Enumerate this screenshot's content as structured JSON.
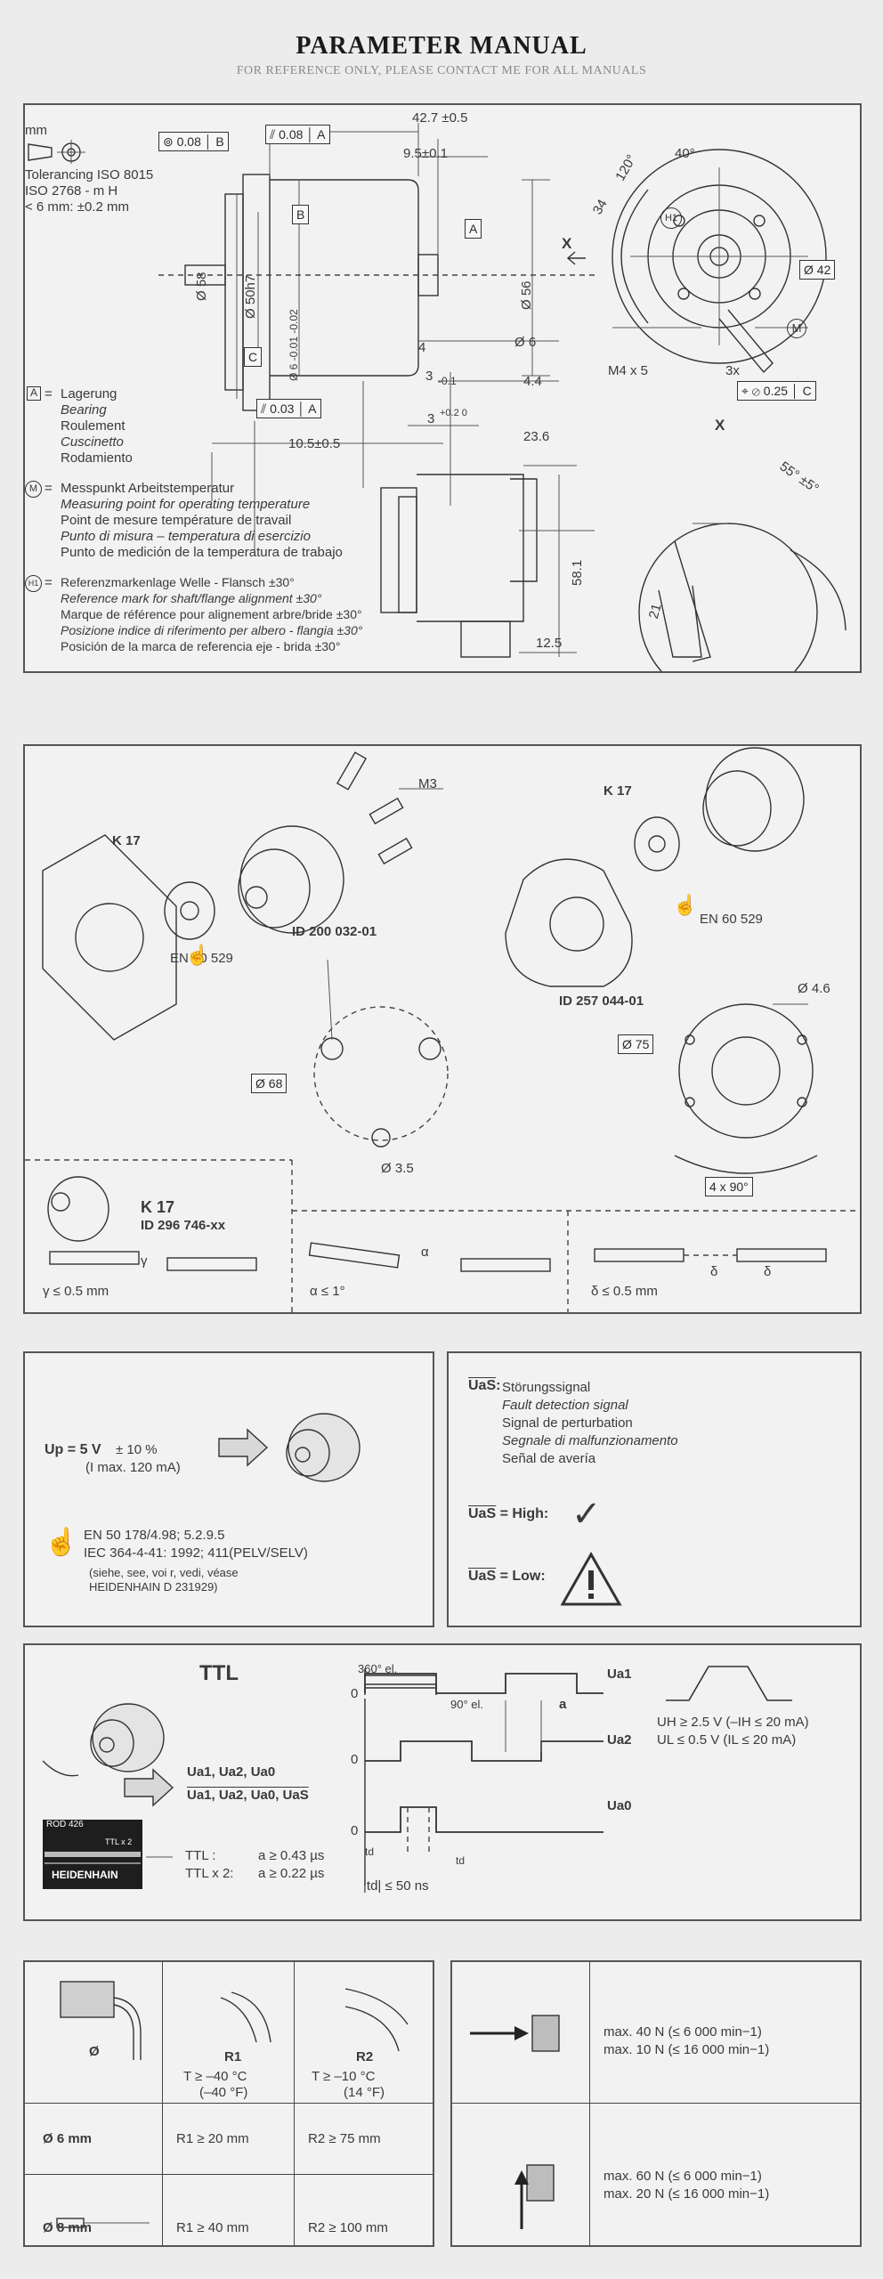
{
  "header": {
    "title": "PARAMETER MANUAL",
    "subtitle": "FOR REFERENCE ONLY, PLEASE CONTACT ME FOR ALL MANUALS"
  },
  "p1": {
    "units": "mm",
    "tol": [
      "Tolerancing ISO 8015",
      "ISO 2768 - m H",
      "< 6 mm: ±0.2 mm"
    ],
    "fc": {
      "a": "0.08",
      "a_ref": "B",
      "b": "0.08",
      "b_ref": "A",
      "c": "0.03",
      "c_ref": "A",
      "d": "0.25",
      "d_ref": "C"
    },
    "dims": {
      "d1": "42.7 ±0.5",
      "d2": "9.5±0.1",
      "d3": "Ø 58",
      "d4": "Ø 50h7",
      "d5": "Ø 6 -0.01 -0.02",
      "d6": "Ø 56",
      "d7": "4",
      "d8": "Ø 6",
      "d9": "3",
      "d10": "-0.1",
      "d11": "4.4",
      "d12": "3",
      "d13": "+0.2 0",
      "d14": "10.5±0.5",
      "d15": "23.6",
      "d16": "58.1",
      "d17": "12.5",
      "d18": "M4 x 5",
      "d19": "3x",
      "d20": "40°",
      "d21": "34",
      "d22": "120°",
      "d23": "Ø 42",
      "d24": "55° ±5°",
      "d25": "21",
      "x1": "X",
      "x2": "X",
      "ma": "A",
      "mb": "B",
      "mc": "C",
      "mm": "M",
      "mh": "H1"
    },
    "leg_a": {
      "sym": "A",
      "eq": "=",
      "lines": [
        "Lagerung",
        "Bearing",
        "Roulement",
        "Cuscinetto",
        "Rodamiento"
      ]
    },
    "leg_m": {
      "sym": "M",
      "eq": "=",
      "lines": [
        "Messpunkt Arbeitstemperatur",
        "Measuring point for operating temperature",
        "Point de mesure température de travail",
        "Punto di misura – temperatura di esercizio",
        "Punto de medición de la temperatura de trabajo"
      ]
    },
    "leg_h": {
      "sym": "H1",
      "eq": "=",
      "lines": [
        "Referenzmarkenlage Welle - Flansch ±30°",
        "Reference mark for shaft/flange alignment ±30°",
        "Marque de référence pour alignement arbre/bride ±30°",
        "Posizione indice di riferimento per albero - flangia ±30°",
        "Posición de la marca de referencia eje - brida ±30°"
      ]
    }
  },
  "p2": {
    "m3": "M3",
    "k17a": "K 17",
    "k17b": "K 17",
    "id1": "ID 200 032-01",
    "id2": "ID 257 044-01",
    "en1": "EN 60 529",
    "en2": "EN 60 529",
    "d68": "Ø 68",
    "d35": "Ø 3.5",
    "d75": "Ø 75",
    "d46": "Ø 4.6",
    "ang": "4 x 90°",
    "k17c": "K 17",
    "id3": "ID 296 746-xx",
    "g1": "γ ≤ 0.5 mm",
    "g2": "α ≤ 1°",
    "g3": "δ ≤ 0.5 mm",
    "gam": "γ",
    "alp": "α",
    "del1": "δ",
    "del2": "δ"
  },
  "p3": {
    "up": "Up = 5 V",
    "up_tol": "± 10 %",
    "imax": "(I max. 120 mA)",
    "norms": [
      "EN 50 178/4.98; 5.2.9.5",
      "IEC 364-4-41: 1992; 411(PELV/SELV)"
    ],
    "see": [
      "(siehe, see, voi r, vedi, véase",
      "HEIDENHAIN D 231929)"
    ]
  },
  "p4": {
    "sig": "UaS",
    "sig_colon": ":",
    "lines": [
      "Störungssignal",
      "Fault detection signal",
      "Signal de perturbation",
      "Segnale di malfunzionamento",
      "Señal de avería"
    ],
    "high": "= High:",
    "low": "= Low:"
  },
  "p5": {
    "ttl": "TTL",
    "sig1": "Ua1, Ua2, Ua0",
    "sig2": "Ua1, Ua2, Ua0, UaS",
    "tag_model": "ROD 426",
    "tag_ttl": "TTL x 2",
    "tag_brand": "HEIDENHAIN",
    "ttl_a": "TTL :",
    "ttl_a_val": "a ≥ 0.43 µs",
    "ttl2_a": "TTL x 2:",
    "ttl2_a_val": "a ≥ 0.22 µs",
    "td": "|td| ≤ 50 ns",
    "deg360": "360° el.",
    "deg90": "90° el.",
    "a": "a",
    "zero1": "0",
    "zero2": "0",
    "zero3": "0",
    "ua1": "Ua1",
    "ua2": "Ua2",
    "ua0": "Ua0",
    "td1": "td",
    "td2": "td",
    "uh": "UH ≥ 2.5 V (–IH ≤ 20 mA)",
    "ul": "UL ≤ 0.5 V (IL ≤ 20 mA)"
  },
  "p6": {
    "phi": "Ø",
    "r1": "R1",
    "r2": "R2",
    "t1": "T ≥ –40 °C",
    "t1f": "(–40 °F)",
    "t2": "T ≥ –10 °C",
    "t2f": "(14 °F)",
    "row1": {
      "d": "Ø 6 mm",
      "r1": "R1 ≥ 20 mm",
      "r2": "R2 ≥ 75 mm"
    },
    "row2": {
      "d": "Ø 8 mm",
      "r1": "R1 ≥ 40 mm",
      "r2": "R2 ≥ 100 mm"
    }
  },
  "p7": {
    "l1": "max. 40 N (≤ 6 000 min−1)",
    "l2": "max. 10 N (≤ 16 000 min−1)",
    "l3": "max. 60 N (≤ 6 000 min−1)",
    "l4": "max. 20 N (≤ 16 000 min−1)"
  }
}
